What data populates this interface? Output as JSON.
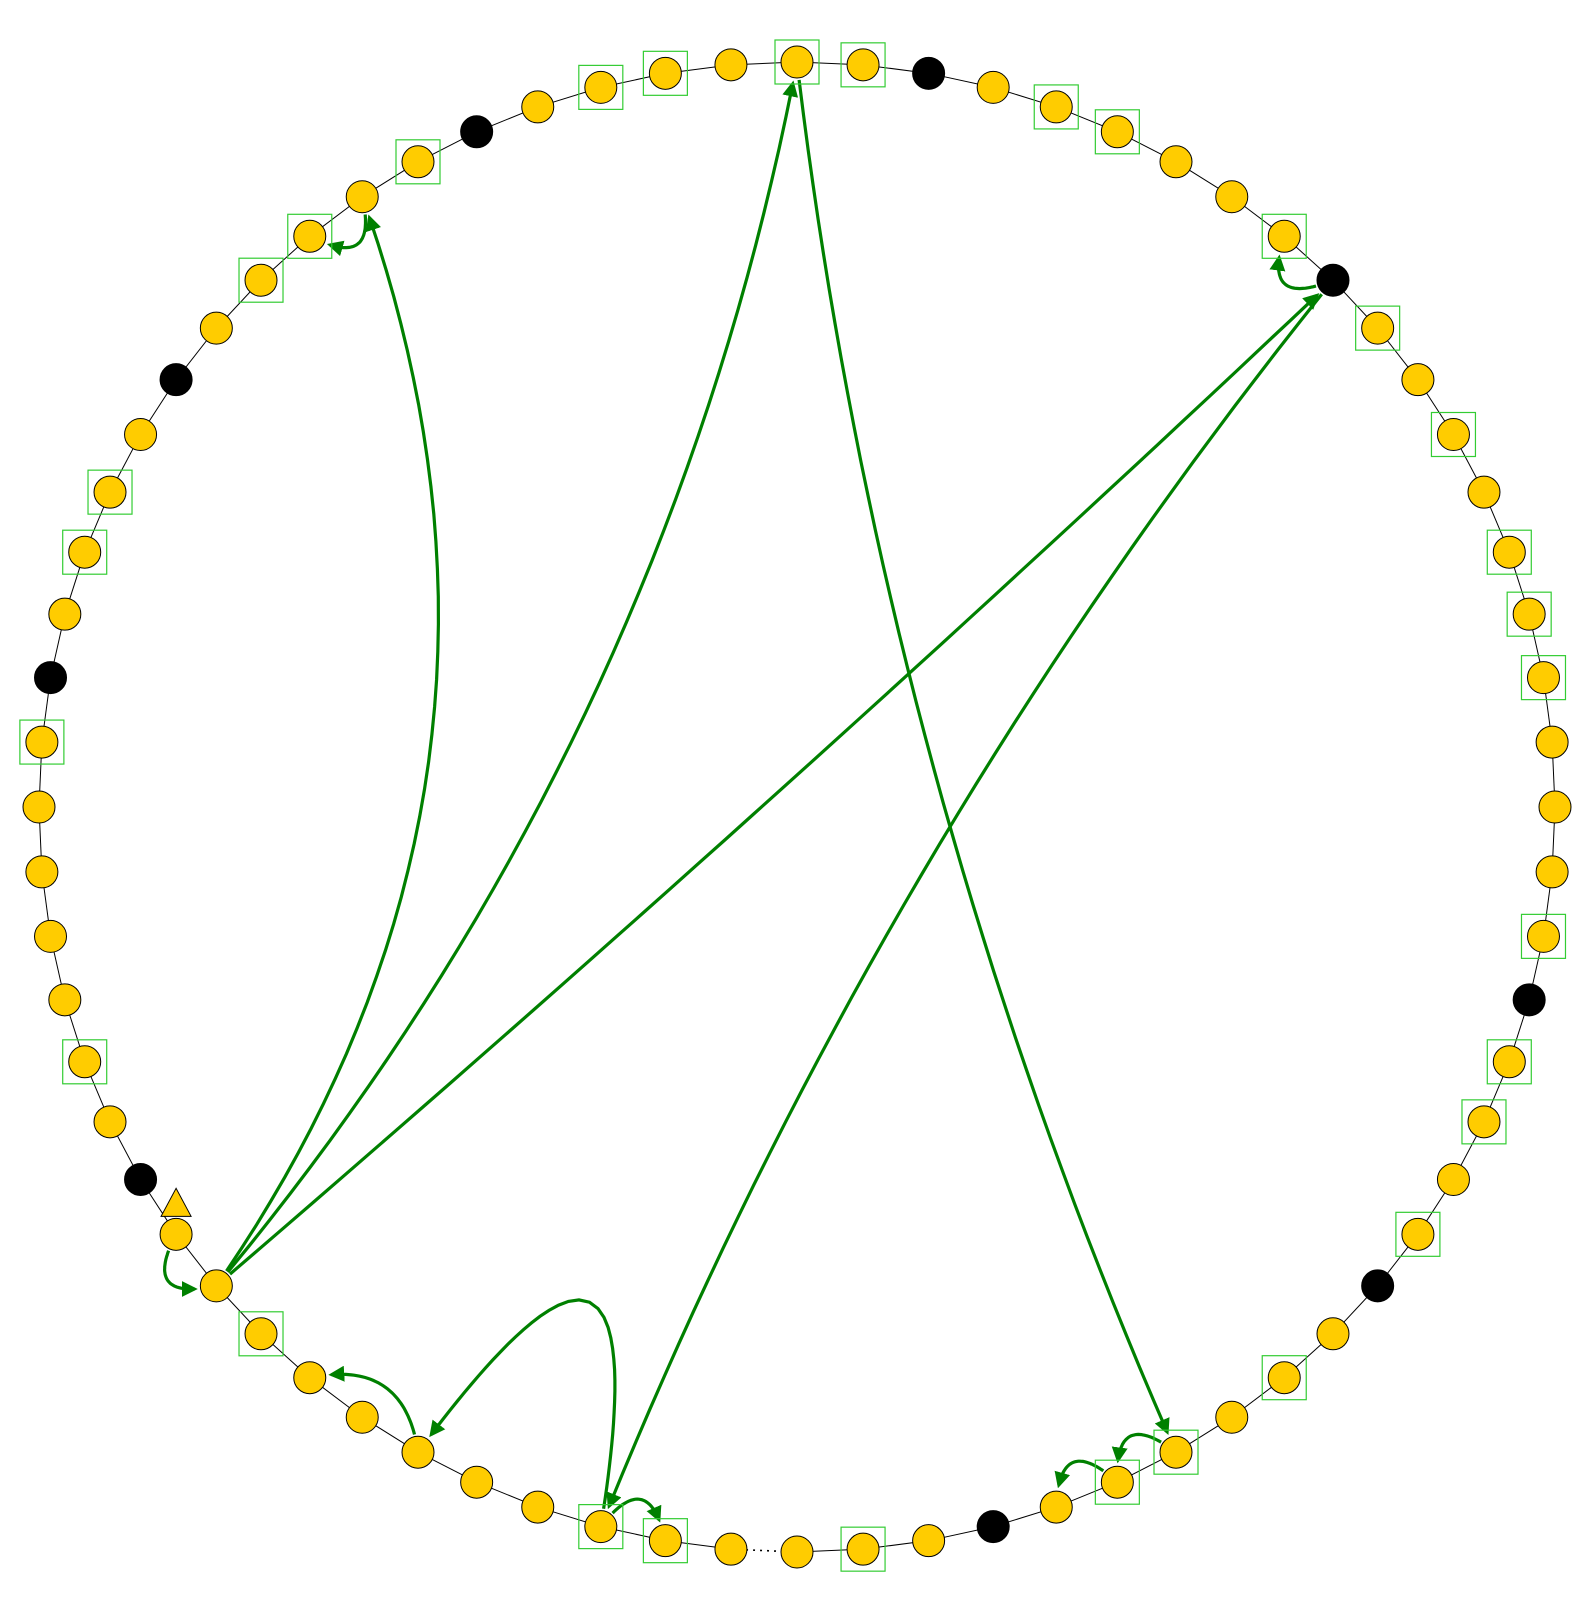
{
  "diagram": {
    "node_count": 72,
    "start_index": 10,
    "colors": {
      "node_fill": "#FFCC00",
      "node_stroke": "#000000",
      "black_node": "#000000",
      "box_stroke": "#33CC33",
      "arrow": "#008000",
      "ring_edge": "#000000",
      "marker_fill": "#FFCC00"
    },
    "ring_gap_between": [
      0,
      1
    ],
    "black_nodes": [
      12,
      20,
      25,
      31,
      38,
      45,
      57,
      62,
      69
    ],
    "boxed_nodes": [
      2,
      3,
      9,
      14,
      19,
      22,
      23,
      27,
      28,
      30,
      33,
      34,
      36,
      37,
      40,
      41,
      44,
      46,
      48,
      50,
      51,
      52,
      56,
      58,
      59,
      61,
      64,
      66,
      67,
      71
    ],
    "marker_node": 11,
    "marker_shape": "triangle",
    "arrows": [
      {
        "from": 11,
        "to": 10,
        "kind": "loop-out"
      },
      {
        "from": 10,
        "to": 29,
        "kind": "long"
      },
      {
        "from": 10,
        "to": 36,
        "kind": "long"
      },
      {
        "from": 10,
        "to": 45,
        "kind": "long"
      },
      {
        "from": 36,
        "to": 66,
        "kind": "long"
      },
      {
        "from": 66,
        "to": 67,
        "kind": "hop"
      },
      {
        "from": 67,
        "to": 68,
        "kind": "hop"
      },
      {
        "from": 45,
        "to": 44,
        "kind": "hop"
      },
      {
        "from": 45,
        "to": 3,
        "kind": "long"
      },
      {
        "from": 3,
        "to": 6,
        "kind": "long"
      },
      {
        "from": 3,
        "to": 2,
        "kind": "hop"
      },
      {
        "from": 6,
        "to": 8,
        "kind": "hop"
      },
      {
        "from": 29,
        "to": 28,
        "kind": "hop"
      }
    ]
  }
}
